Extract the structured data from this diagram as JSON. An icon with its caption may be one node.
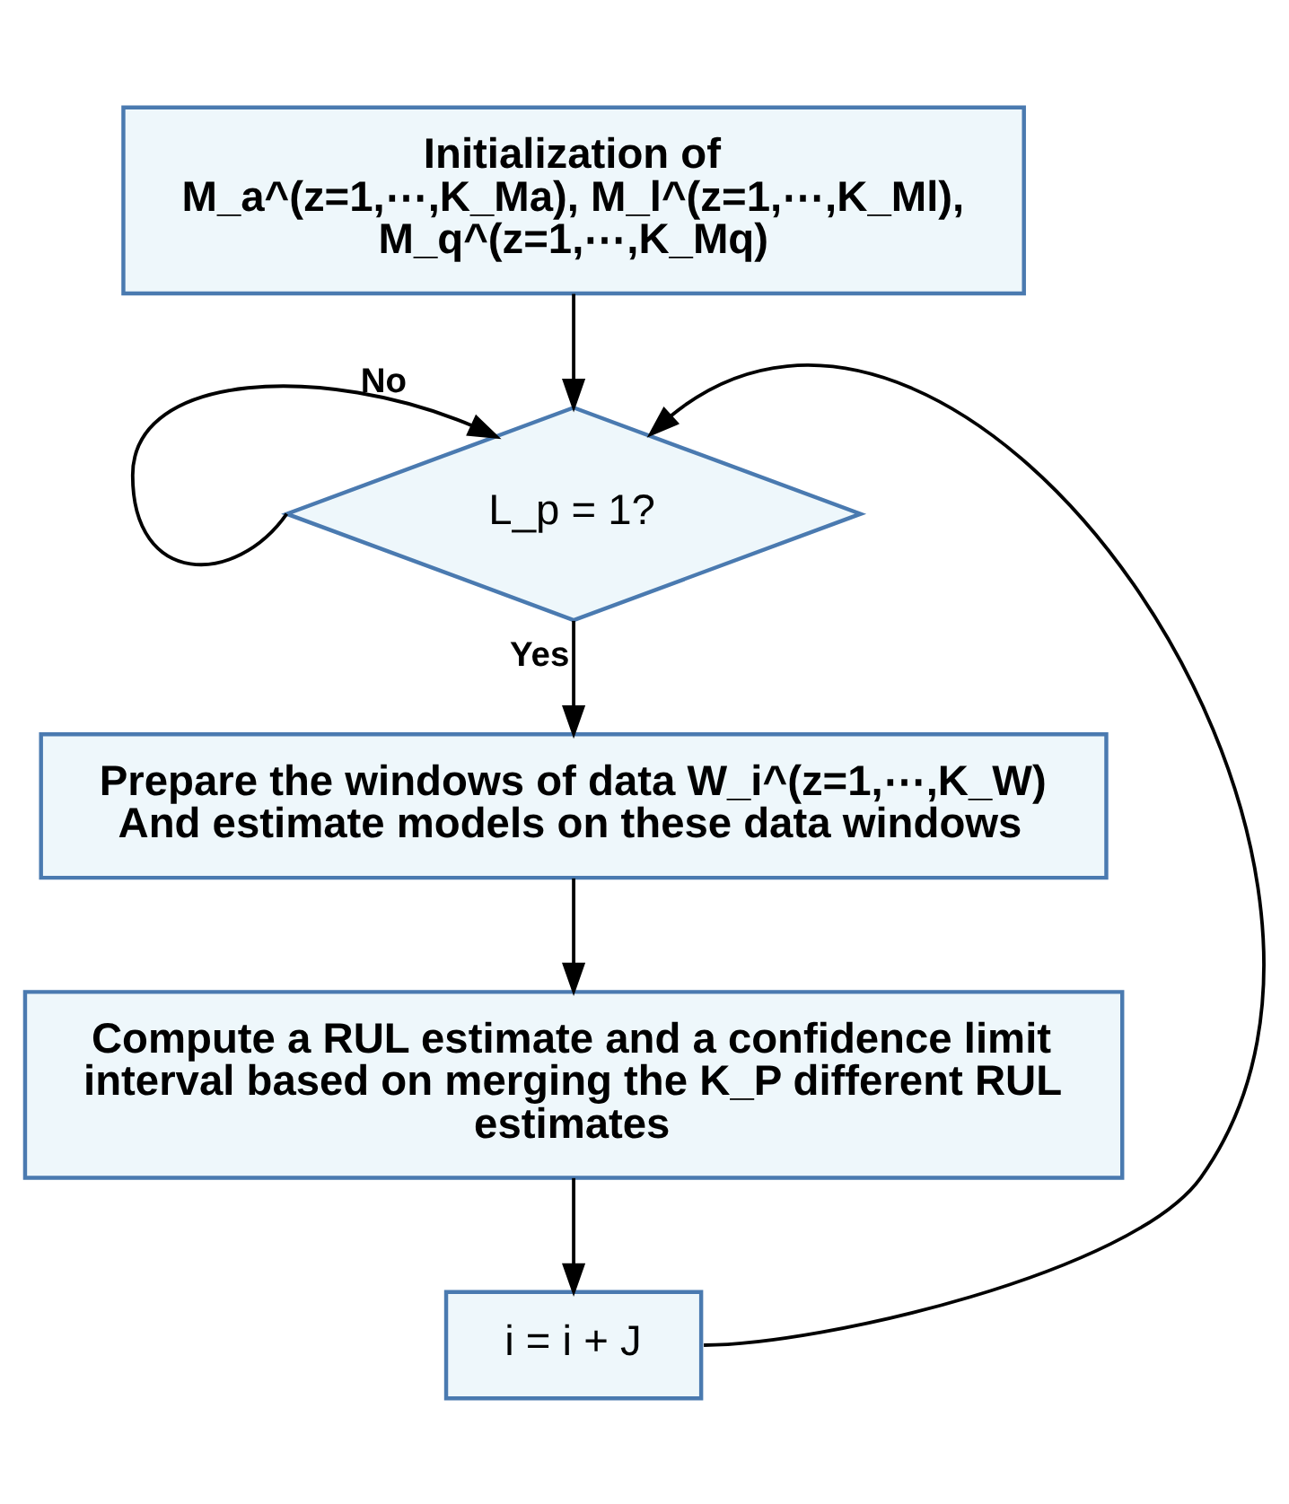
{
  "diagram": {
    "nodes": [
      {
        "text": [
          "Initialization of",
          "M_a^(z=1,⋯,K_Ma), M_l^(z=1,⋯,K_Ml), M_q^(z=1,⋯,K_Mq)"
        ]
      },
      {
        "text": [
          "L_p = 1?"
        ]
      },
      {
        "text": [
          "Prepare the windows of data W_i^(z=1,⋯,K_W)",
          "And estimate models on these data windows"
        ]
      },
      {
        "text": [
          "Compute a RUL estimate and a confidence limit interval based on merging the K_P different RUL estimates"
        ]
      },
      {
        "text": [
          "i = i + J"
        ]
      }
    ],
    "edges": [
      {
        "from": 0,
        "to": 1,
        "arrow": "to"
      },
      {
        "from": 1,
        "to": 1,
        "arrow": "to",
        "label": "No"
      },
      {
        "from": 1,
        "to": 2,
        "arrow": "to",
        "label": "Yes"
      },
      {
        "from": 2,
        "to": 3,
        "arrow": "to"
      },
      {
        "from": 3,
        "to": 4,
        "arrow": "to"
      },
      {
        "from": 4,
        "to": 1,
        "arrow": "to"
      }
    ]
  }
}
